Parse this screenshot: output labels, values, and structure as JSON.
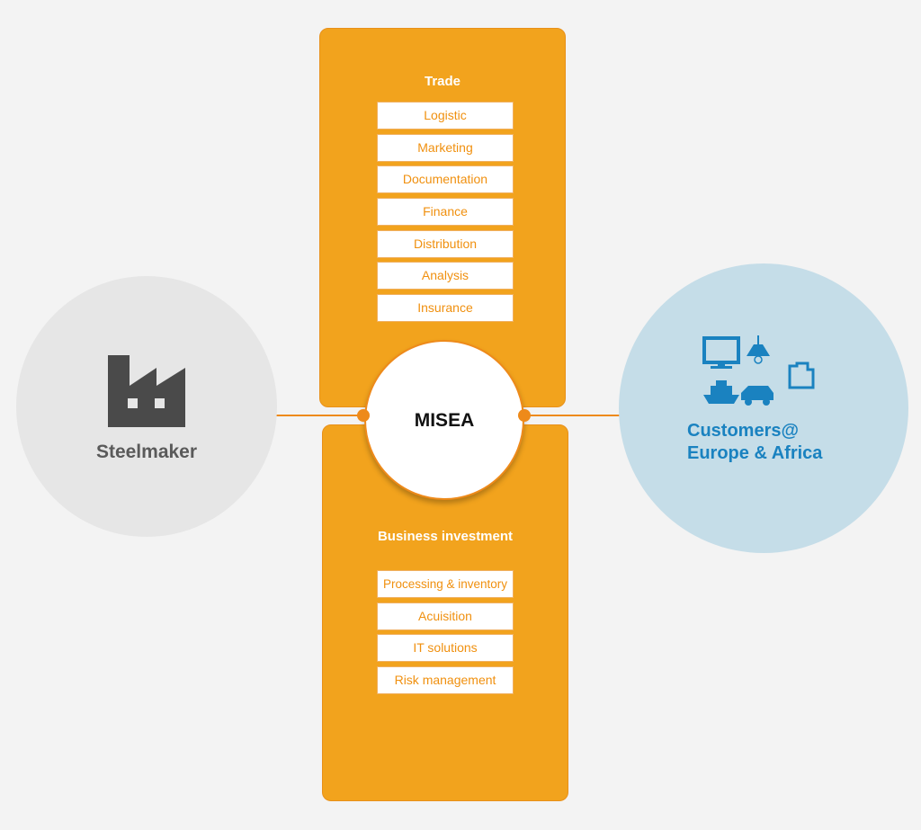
{
  "colors": {
    "orange": "#f2a31d",
    "accent": "#ee8a1a",
    "blue": "#1a82c0",
    "gray": "#4a4a4a"
  },
  "steelmaker": {
    "label": "Steelmaker",
    "icon": "factory-icon"
  },
  "center": {
    "label": "MISEA"
  },
  "customers": {
    "line1": "Customers@",
    "line2": "Europe & Africa",
    "icons": [
      "monitor-icon",
      "lamp-icon",
      "building-icon",
      "ship-icon",
      "car-icon"
    ]
  },
  "trade": {
    "title": "Trade",
    "items": [
      "Logistic",
      "Marketing",
      "Documentation",
      "Finance",
      "Distribution",
      "Analysis",
      "Insurance"
    ]
  },
  "investment": {
    "title": "Business investment",
    "items": [
      "Processing & inventory",
      "Acuisition",
      "IT solutions",
      "Risk management"
    ]
  }
}
